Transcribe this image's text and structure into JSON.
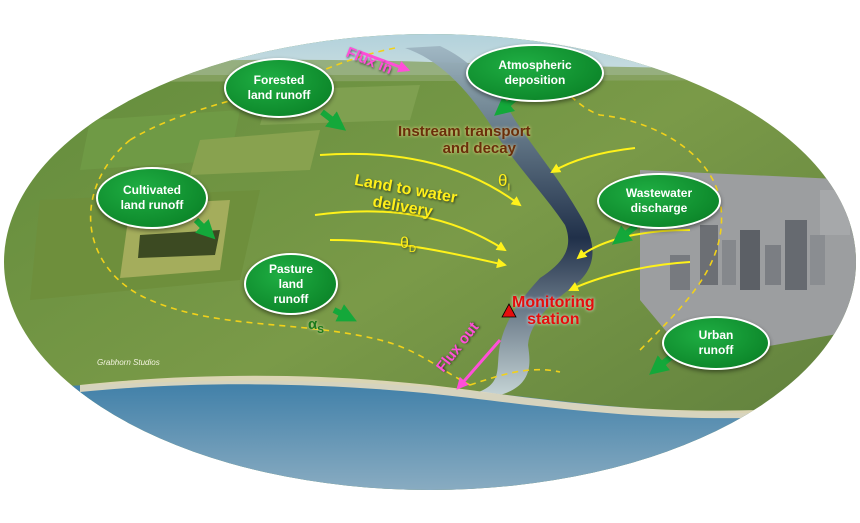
{
  "bubbles": {
    "forested": "Forested land runoff",
    "atmospheric": "Atmospheric deposition",
    "cultivated": "Cultivated land runoff",
    "wastewater": "Wastewater discharge",
    "pasture": "Pasture land runoff",
    "urban": "Urban runoff"
  },
  "labels": {
    "flux_in": "Flux in",
    "flux_out": "Flux out",
    "instream_line1": "Instream transport",
    "instream_line2": "and decay",
    "theta_i": "θI",
    "land_water_line1": "Land to water",
    "land_water_line2": "delivery",
    "theta_d": "θD",
    "alpha_s": "αS",
    "monitoring_line1": "Monitoring",
    "monitoring_line2": "station",
    "credit": "Grabhorn Studios"
  },
  "colors": {
    "bubble_green": "#0e8a2c",
    "arrow_green": "#14a83a",
    "yellow_arrow": "#fff21a",
    "flux_magenta": "#ff4fd8",
    "monitoring_red": "#e50d0d",
    "instream_brown": "#6a2e0a"
  }
}
